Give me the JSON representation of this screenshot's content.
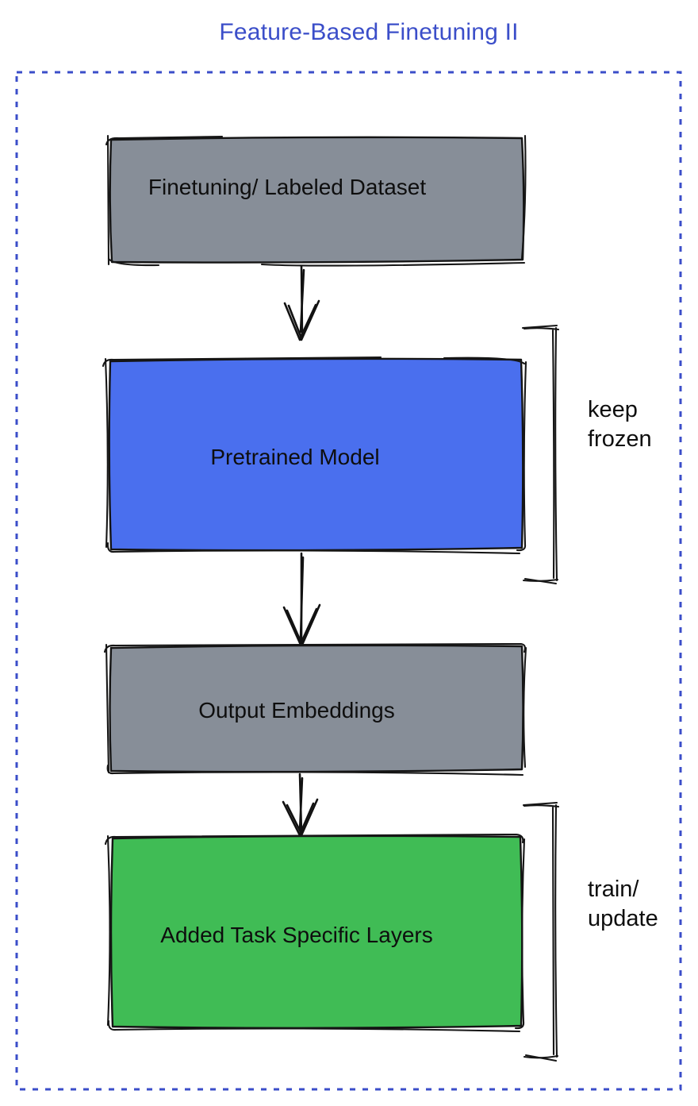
{
  "title": {
    "text": "Feature-Based Finetuning II",
    "color": "#3b4ec9"
  },
  "frame": {
    "style": "dotted",
    "color": "#3b4ec9"
  },
  "colors": {
    "gray_node": "#878e98",
    "blue_node": "#4a6fee",
    "green_node": "#40bc55",
    "ink": "#141414",
    "background": "#ffffff"
  },
  "flow": {
    "nodes": [
      {
        "id": "finetuning-dataset",
        "label": "Finetuning/ Labeled Dataset",
        "fill": "#878e98"
      },
      {
        "id": "pretrained-model",
        "label": "Pretrained Model",
        "fill": "#4a6fee"
      },
      {
        "id": "output-embeddings",
        "label": "Output Embeddings",
        "fill": "#878e98"
      },
      {
        "id": "added-task-layers",
        "label": "Added Task Specific Layers",
        "fill": "#40bc55"
      }
    ],
    "edges": [
      {
        "from": "finetuning-dataset",
        "to": "pretrained-model",
        "type": "down-arrow"
      },
      {
        "from": "pretrained-model",
        "to": "output-embeddings",
        "type": "down-arrow"
      },
      {
        "from": "output-embeddings",
        "to": "added-task-layers",
        "type": "down-arrow"
      }
    ],
    "annotations": [
      {
        "target": "pretrained-model",
        "label": "keep frozen"
      },
      {
        "target": "added-task-layers",
        "label": "train/ update"
      }
    ]
  },
  "icons": {
    "down-arrow": "↓",
    "bracket": "]"
  }
}
